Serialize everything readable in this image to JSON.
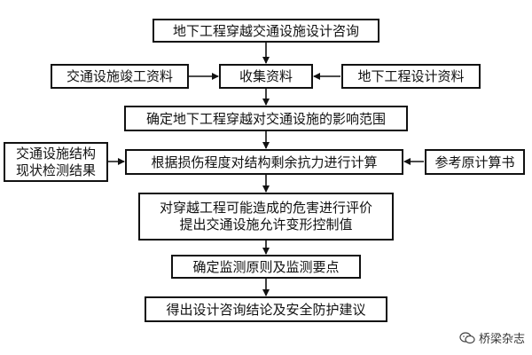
{
  "nodes": {
    "title": "地下工程穿越交通设施设计咨询",
    "left_docs": "交通设施竣工资料",
    "collect": "收集资料",
    "right_docs": "地下工程设计资料",
    "influence": "确定地下工程穿越对交通设施的影响范围",
    "left_inspect_1": "交通设施结构",
    "left_inspect_2": "现状检测结果",
    "calc": "根据损伤程度对结构剩余抗力进行计算",
    "right_calc": "参考原计算书",
    "eval_1": "对穿越工程可能造成的危害进行评价",
    "eval_2": "提出交通设施允许变形控制值",
    "monitor": "确定监测原则及监测要点",
    "result": "得出设计咨询结论及安全防护建议"
  },
  "watermark": {
    "text": "桥梁杂志",
    "icon": "wechat-icon"
  }
}
